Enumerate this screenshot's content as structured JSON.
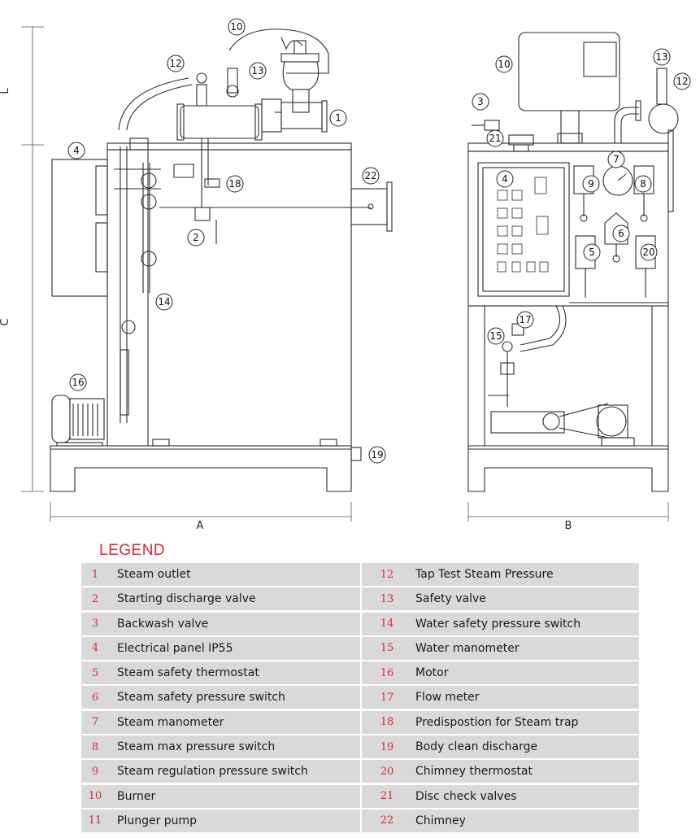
{
  "dimensions": {
    "left_height_upper": "L",
    "left_height_main": "C",
    "width_front": "A",
    "width_side": "B"
  },
  "callouts_front": {
    "c10": "10",
    "c12": "12",
    "c13": "13",
    "c1": "1",
    "c4": "4",
    "c22": "22",
    "c18": "18",
    "c2": "2",
    "c14": "14",
    "c16": "16",
    "c19": "19"
  },
  "callouts_side": {
    "c10": "10",
    "c13": "13",
    "c12": "12",
    "c3": "3",
    "c21": "21",
    "c7": "7",
    "c4": "4",
    "c9": "9",
    "c8": "8",
    "c6": "6",
    "c5": "5",
    "c20": "20",
    "c17": "17",
    "c15": "15"
  },
  "legend": {
    "title": "LEGEND",
    "rows": [
      {
        "left_num": "1",
        "left_label": "Steam outlet",
        "right_num": "12",
        "right_label": "Tap Test Steam Pressure"
      },
      {
        "left_num": "2",
        "left_label": "Starting discharge valve",
        "right_num": "13",
        "right_label": "Safety valve"
      },
      {
        "left_num": "3",
        "left_label": "Backwash valve",
        "right_num": "14",
        "right_label": "Water safety pressure switch"
      },
      {
        "left_num": "4",
        "left_label": "Electrical panel IP55",
        "right_num": "15",
        "right_label": "Water manometer"
      },
      {
        "left_num": "5",
        "left_label": "Steam safety thermostat",
        "right_num": "16",
        "right_label": "Motor"
      },
      {
        "left_num": "6",
        "left_label": "Steam safety pressure switch",
        "right_num": "17",
        "right_label": "Flow meter"
      },
      {
        "left_num": "7",
        "left_label": "Steam manometer",
        "right_num": "18",
        "right_label": "Predispostion for Steam trap"
      },
      {
        "left_num": "8",
        "left_label": "Steam max pressure switch",
        "right_num": "19",
        "right_label": "Body clean discharge"
      },
      {
        "left_num": "9",
        "left_label": "Steam regulation pressure switch",
        "right_num": "20",
        "right_label": "Chimney thermostat"
      },
      {
        "left_num": "10",
        "left_label": "Burner",
        "right_num": "21",
        "right_label": "Disc check valves"
      },
      {
        "left_num": "11",
        "left_label": "Plunger pump",
        "right_num": "22",
        "right_label": "Chimney"
      }
    ]
  },
  "colors": {
    "legend_accent": "#e3262e",
    "legend_row_bg": "#d9d9da",
    "line": "#2b2b2b"
  }
}
